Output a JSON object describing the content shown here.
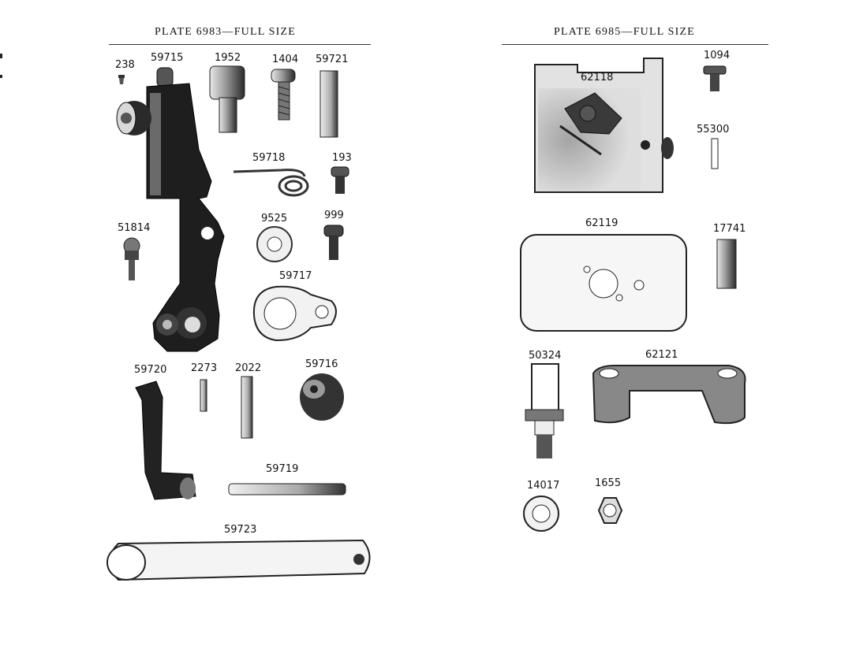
{
  "left_plate": {
    "title": "PLATE 6983—FULL SIZE",
    "parts": [
      "238",
      "59715",
      "1952",
      "1404",
      "59721",
      "59718",
      "193",
      "9525",
      "999",
      "51814",
      "59717",
      "59720",
      "2273",
      "2022",
      "59716",
      "59719",
      "59723"
    ]
  },
  "right_plate": {
    "title": "PLATE 6985—FULL SIZE",
    "parts": [
      "1094",
      "62118",
      "55300",
      "62119",
      "17741",
      "50324",
      "62121",
      "14017",
      "1655"
    ]
  }
}
